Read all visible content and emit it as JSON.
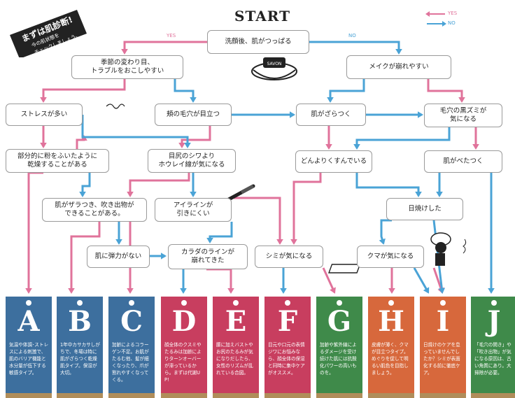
{
  "start_label": "START",
  "legend": {
    "yes": "YES",
    "no": "NO",
    "yes_color": "#e0739b",
    "no_color": "#4aa3d6"
  },
  "branch_labels": {
    "yes": "YES",
    "no": "NO"
  },
  "badge": {
    "title": "まずは肌診断!",
    "sub1": "今の肌状態を",
    "sub2": "チェックしましょう。",
    "color": "#222222"
  },
  "questions": {
    "q0": "洗顔後、肌がつっぱる",
    "q1": "季節の変わり目、\nトラブルをおこしやすい",
    "q2": "メイクが崩れやすい",
    "q3": "ストレスが多い",
    "q4": "頬の毛穴が目立つ",
    "q5": "肌がざらつく",
    "q6": "毛穴の黒ズミが\n気になる",
    "q7": "部分的に粉をふいたように\n乾燥することがある",
    "q8": "目尻のシワより\nホウレイ線が気になる",
    "q9": "どんよりくすんでいる",
    "q10": "肌がべたつく",
    "q11": "肌がザラつき、吹き出物が\nできることがある。",
    "q12": "アイラインが\n引きにくい",
    "q13": "日焼けした",
    "q14": "肌に弾力がない",
    "q15": "カラダのラインが\n崩れてきた",
    "q16": "シミが気になる",
    "q17": "クマが気になる"
  },
  "results": [
    {
      "letter": "A",
      "color": "#3d6f9e",
      "desc": "気温や体調･ストレスによる刺激で、肌のバリア機能と水分量が低下する敏感タイプ。"
    },
    {
      "letter": "B",
      "color": "#3d6f9e",
      "desc": "1年中カサカサしがちで、冬場は特に肌がざらつく乾燥肌タイプ。保湿が大切。"
    },
    {
      "letter": "C",
      "color": "#3d6f9e",
      "desc": "加齢によるコラーゲン不足。お肌がたるむ他、髪が細くなったり、爪が割れやすくなってくる。"
    },
    {
      "letter": "D",
      "color": "#c83e5f",
      "desc": "顔全体のクスミやたるみは加齢によりターンオーバーが滞っているから。まずは代謝UP!"
    },
    {
      "letter": "E",
      "color": "#c83e5f",
      "desc": "腰に加えバストやお尻のたるみが気になりだしたら、女性のリズムが乱れている合図。"
    },
    {
      "letter": "F",
      "color": "#c83e5f",
      "desc": "目元や口元の表情ジワにお悩みなら、顔全体の保湿と同時に集中ケアがオススメ。"
    },
    {
      "letter": "G",
      "color": "#3f8a4a",
      "desc": "加齢や紫外線によるダメージを受け続けた肌には抗酸化パワーの高いものを。"
    },
    {
      "letter": "H",
      "color": "#d7683c",
      "desc": "皮膚が薄く、クマが目立つタイプ。めぐりを促して明るい肌色を目指しましょう。"
    },
    {
      "letter": "I",
      "color": "#d7683c",
      "desc": "日焼けのケアを怠っていませんでしたか？シミが表面化する前に徹底ケア。"
    },
    {
      "letter": "J",
      "color": "#3f8a4a",
      "desc": "「毛穴の開き」や「吹き出物」が気になる原因は、古い角質にあり。大掃除が必要。"
    }
  ],
  "soap_label": "SAVON"
}
